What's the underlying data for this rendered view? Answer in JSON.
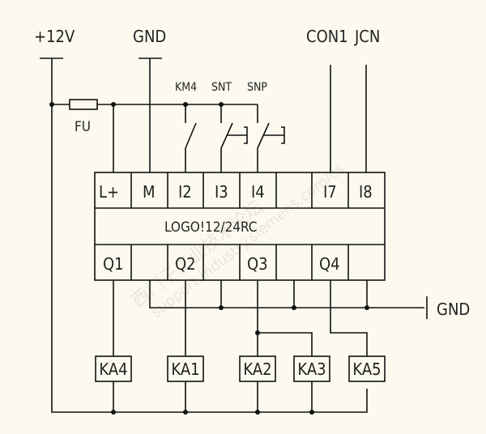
{
  "diagram": {
    "title": "LOGO! 12/24RC wiring diagram",
    "colors": {
      "background": "#fcfaef",
      "line": "#111111"
    },
    "supply_labels": {
      "plus12v": "+12V",
      "gnd_top": "GND",
      "con1": "CON1",
      "jcn": "JCN",
      "gnd_right": "GND"
    },
    "fuse_label": "FU",
    "switch_labels": {
      "km4": "KM4",
      "snt": "SNT",
      "snp": "SNP"
    },
    "module_label": "LOGO!12/24RC",
    "input_terminals": [
      "L+",
      "M",
      "I2",
      "I3",
      "I4",
      "",
      "I7",
      "I8"
    ],
    "output_terminals": [
      "Q1",
      "",
      "Q2",
      "",
      "Q3",
      "",
      "Q4",
      ""
    ],
    "relays": [
      "KA4",
      "KA1",
      "KA2",
      "KA3",
      "KA5"
    ],
    "watermark": {
      "cn": "西门子工业技术论坛",
      "url": "support.industry.siemens.com/cs"
    }
  }
}
